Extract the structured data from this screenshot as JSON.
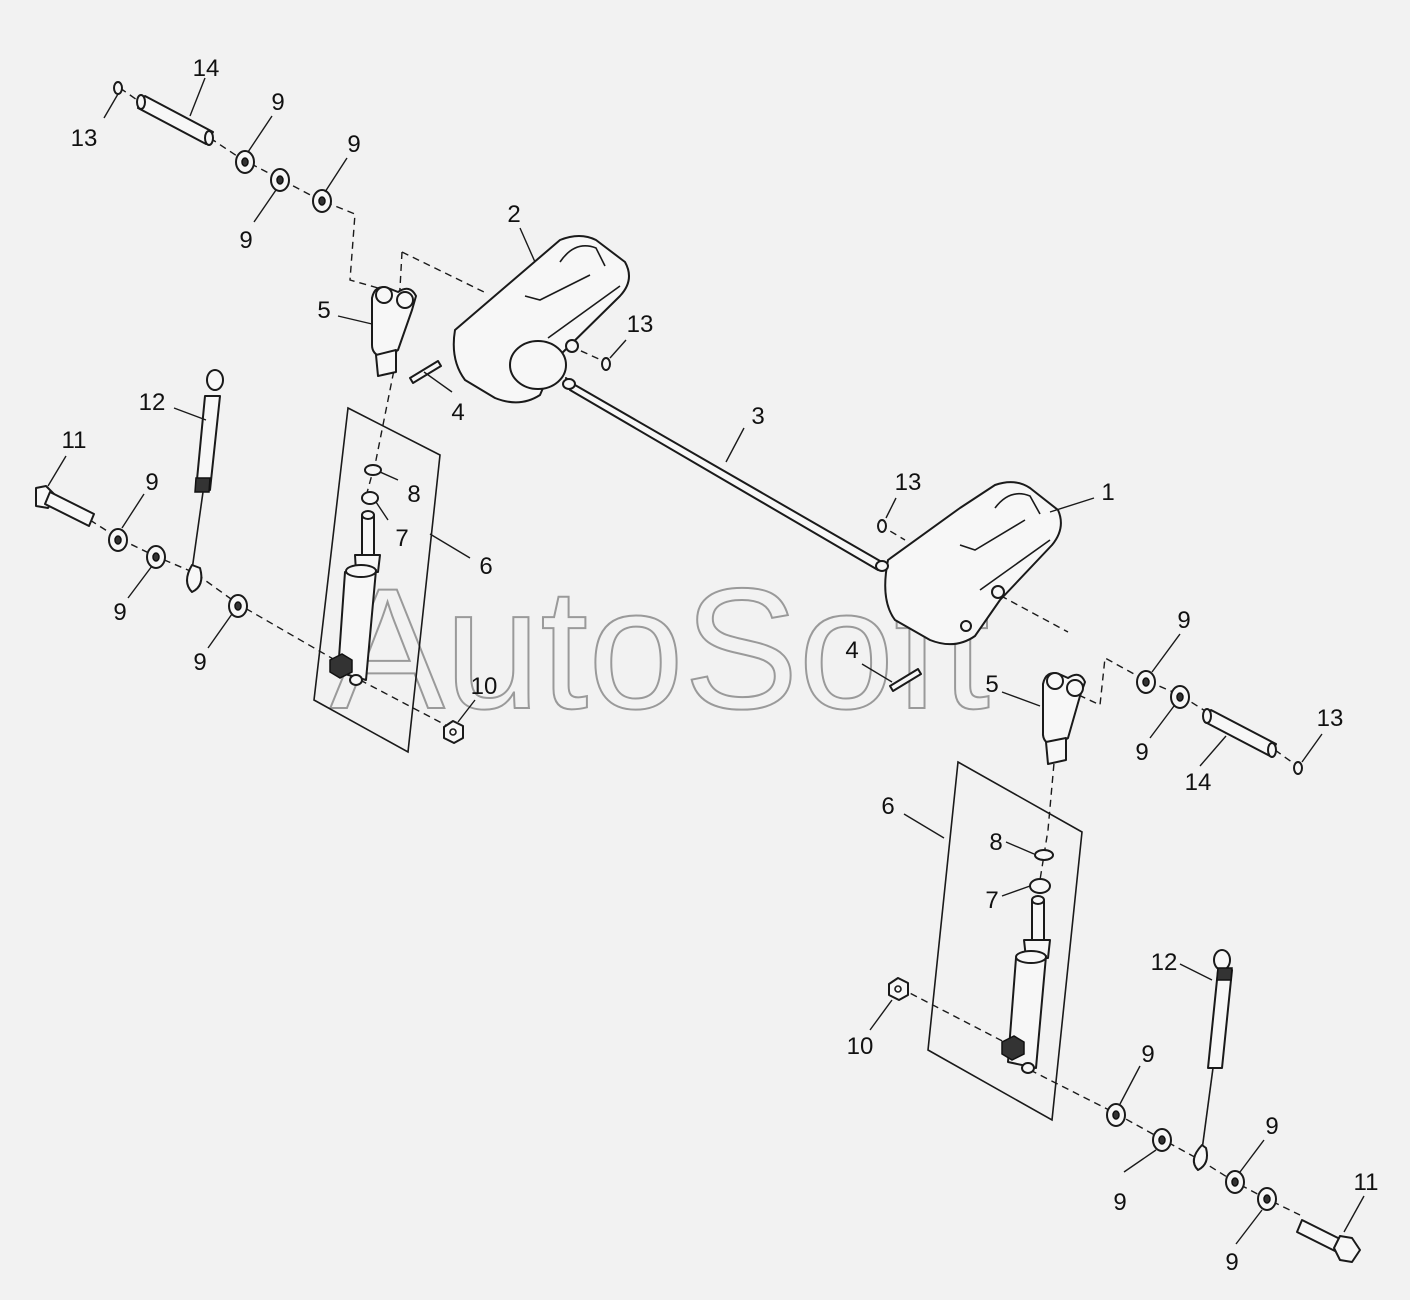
{
  "watermark": "AutoSoft",
  "callouts": {
    "c1": "1",
    "c2": "2",
    "c3": "3",
    "c4a": "4",
    "c4b": "4",
    "c5a": "5",
    "c5b": "5",
    "c6a": "6",
    "c6b": "6",
    "c7a": "7",
    "c7b": "7",
    "c8a": "8",
    "c8b": "8",
    "c9a": "9",
    "c9b": "9",
    "c9c": "9",
    "c9d": "9",
    "c9e": "9",
    "c9f": "9",
    "c9g": "9",
    "c9h": "9",
    "c9i": "9",
    "c9j": "9",
    "c9k": "9",
    "c9l": "9",
    "c10a": "10",
    "c10b": "10",
    "c11a": "11",
    "c11b": "11",
    "c12a": "12",
    "c12b": "12",
    "c13a": "13",
    "c13b": "13",
    "c13c": "13",
    "c13d": "13",
    "c14a": "14",
    "c14b": "14"
  }
}
